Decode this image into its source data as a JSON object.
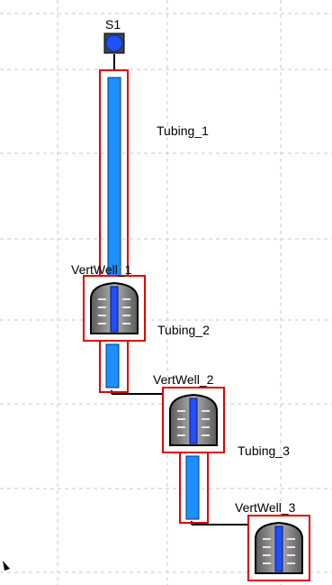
{
  "diagram": {
    "source": {
      "label": "S1"
    },
    "tubing_1": {
      "label": "Tubing_1"
    },
    "tubing_2": {
      "label": "Tubing_2"
    },
    "tubing_3": {
      "label": "Tubing_3"
    },
    "vertwell_1": {
      "label": "VertWell_1"
    },
    "vertwell_2": {
      "label": "VertWell_2"
    },
    "vertwell_3": {
      "label": "VertWell_3"
    }
  },
  "colors": {
    "selection": "#e00000",
    "tubing_fill": "#1e8fff",
    "source_node": "#1e50ff",
    "grid": "#c8c8c8",
    "well_body": "#8a8a8a"
  }
}
